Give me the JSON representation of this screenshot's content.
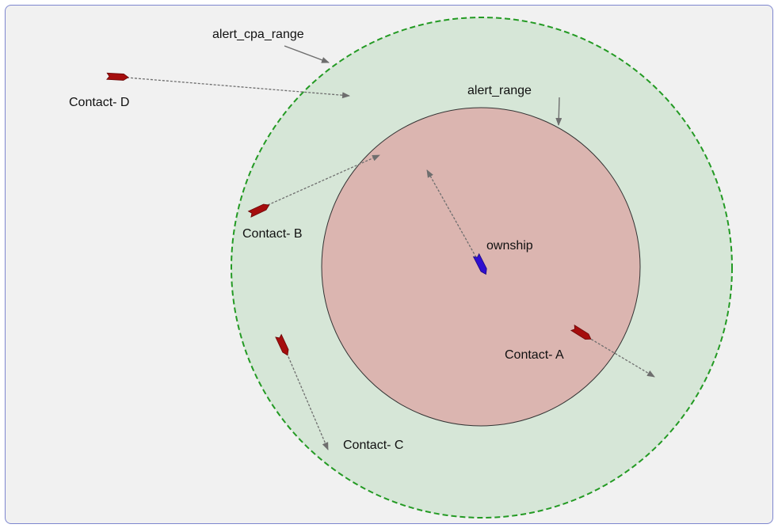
{
  "labels": {
    "alert_cpa_range": "alert_cpa_range",
    "alert_range": "alert_range",
    "ownship": "ownship",
    "contact_a": "Contact- A",
    "contact_b": "Contact- B",
    "contact_c": "Contact- C",
    "contact_d": "Contact- D"
  },
  "colors": {
    "background": "#f1f1f1",
    "frame_border": "#7d86cf",
    "cpa_zone_fill": "#d6e6d7",
    "cpa_zone_stroke": "#239a23",
    "alert_zone_fill": "#dbb5b0",
    "alert_zone_stroke": "#333333",
    "contact": "#a50d0d",
    "ownship": "#2f0fcf",
    "vector": "#6e6e6e"
  },
  "icons": {
    "contact": "contact-ship-icon",
    "ownship": "ownship-icon"
  }
}
